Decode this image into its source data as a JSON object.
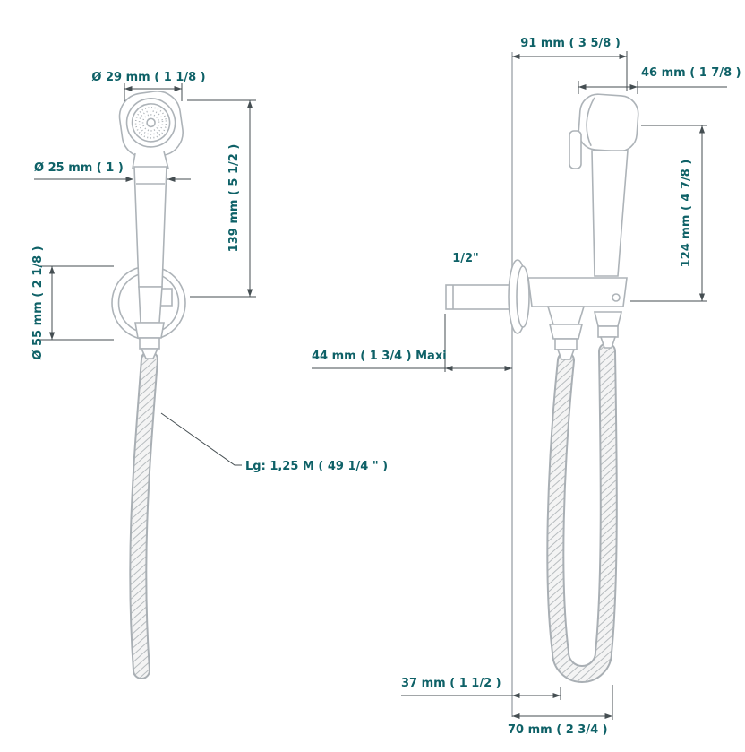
{
  "drawing": {
    "type": "technical-dimension-drawing",
    "subject": "wall-mounted hand shower bidet sprayer with hose, front and side views",
    "colors": {
      "dimension_text": "#0e6167",
      "drawing_line": "#adb3b8",
      "dimension_line": "#454e52",
      "background": "#ffffff"
    },
    "front": {
      "head_diameter": "Ø 29 mm ( 1 1/8 )",
      "handle_diameter": "Ø 25 mm ( 1 )",
      "height": "139 mm ( 5 1/2 )",
      "ring_diameter": "Ø 55 mm ( 2 1/8 )",
      "hose_length": "Lg: 1,25 M ( 49 1/4 \" )"
    },
    "side": {
      "projection": "91 mm ( 3 5/8 )",
      "head_width": "46 mm ( 1 7/8 )",
      "height": "124 mm ( 4 7/8 )",
      "thread": "1/2\"",
      "wall_max": "44 mm ( 1 3/4 )  Maxi",
      "hose_offset": "37 mm ( 1 1/2 )",
      "loop_width": "70 mm ( 2 3/4 )"
    }
  }
}
